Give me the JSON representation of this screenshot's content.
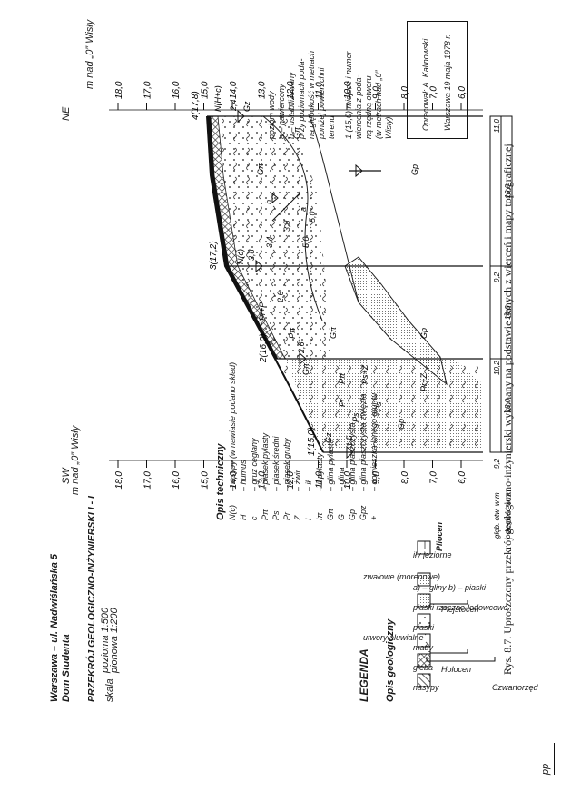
{
  "page": {
    "margin_mark": "pp"
  },
  "header": {
    "location": "Warszawa – ul. Nadwiślańska 5",
    "building": "Dom Studenta",
    "title": "PRZEKRÓJ GEOLOGICZNO-INŻYNIERSKI I - I",
    "scale_word": "skala",
    "scale_h": "pozioma 1:500",
    "scale_v": "pionowa 1:200",
    "sw": "SW",
    "ne": "NE",
    "unit_left": "m nad „0” Wisły",
    "unit_right": "m nad „0” Wisły"
  },
  "section": {
    "elev_ticks": [
      "18,0",
      "17,0",
      "16,0",
      "15,0",
      "14,0",
      "13,0",
      "12,0",
      "11,0",
      "10,0",
      "9,0",
      "8,0",
      "7,0",
      "6,0"
    ],
    "boreholes": [
      {
        "label": "1(15,0)",
        "water": "1,5"
      },
      {
        "label": "2(16,0)",
        "water": "2,6"
      },
      {
        "label": "3(17,2)",
        "water": "3,8"
      },
      {
        "label": "4(17,8)",
        "water": "2,4"
      }
    ],
    "depth_row_label": "głęb. otw. w m",
    "distance_row_label": "odległość w m",
    "depths": [
      "9,2",
      "10,2",
      "9,2",
      "11,0"
    ],
    "distances": [
      "18,0",
      "14,6",
      "16,0"
    ],
    "soil_marks": [
      "Gp",
      "Ps",
      "Ps",
      "Gz",
      "Pr",
      "Pπ",
      "Gπ",
      "Pπ",
      "Gπ",
      "Gp",
      "N(c)",
      "N(H+c)",
      "Gz",
      "Gπ",
      "Gπ",
      "Gp",
      "Ps+Z",
      "Pr+Z",
      "Pr+P",
      "5,0",
      "3,4",
      "2,6"
    ]
  },
  "legend": {
    "heading": "LEGENDA",
    "geo_heading": "Opis geologiczny",
    "era_quaternary": "Czwartorzęd",
    "era_holocene": "Holocen",
    "era_pleistocene": "Plejstocen",
    "era_pliocene": "Pliocen",
    "items": [
      {
        "label": "nasypy"
      },
      {
        "label": "gleba"
      },
      {
        "label": "mady"
      },
      {
        "label": "piaski"
      },
      {
        "label": "piaski rzeczno-lodowcowe"
      },
      {
        "label": "a) – gliny  b) – piaski"
      },
      {
        "label": "iły jeziorne"
      }
    ],
    "alluvial": "utwory aluwialne",
    "glacial": "zwałowe (morenowe)",
    "tech_heading": "Opis techniczny",
    "tech_items": [
      {
        "code": "N(c)",
        "desc": "–nasypy (w nawiasie podano skład)"
      },
      {
        "code": "H",
        "desc": "– humus"
      },
      {
        "code": "c",
        "desc": "– gruz ceglany"
      },
      {
        "code": "Pπ",
        "desc": "– piasek pylasty"
      },
      {
        "code": "Ps",
        "desc": "– piasek średni"
      },
      {
        "code": "Pr",
        "desc": "– piasek gruby"
      },
      {
        "code": "Z",
        "desc": "– żwir"
      },
      {
        "code": "I",
        "desc": "– ił"
      },
      {
        "code": "Iπ",
        "desc": "– ił pylasty"
      },
      {
        "code": "Gπ",
        "desc": "– glina pylasta"
      },
      {
        "code": "G",
        "desc": "– glina"
      },
      {
        "code": "Gp",
        "desc": "– glina piaszczysta"
      },
      {
        "code": "Gpz",
        "desc": "– glina piaszczysta zwięzła"
      },
      {
        "code": "+",
        "desc": "– domieszka innego gruntu"
      }
    ],
    "water": {
      "title": "poziom wody",
      "a": "a – nawiercony",
      "b": "b – ustabilizowany",
      "line3": "przy poziomach poda-",
      "line4": "na głębokość w metrach",
      "line5": "poniżej powierzchni",
      "line6": "terenu",
      "ex_a": "3,8",
      "ex_b": "5,0",
      "sym_a": "a",
      "sym_b": "b"
    },
    "borehole_desc": {
      "l1": "1 (15,0) miejsce i numer",
      "l2": "wiercenia z poda-",
      "l3": "ną rzędną otworu",
      "l4": "(w metrach nad „0”",
      "l5": "Wisły)"
    },
    "author_box": {
      "author": "Opracował: A. Kalinowski",
      "date": "Warszawa 19 maja 1978 r."
    }
  },
  "caption": "Rys. 8.7. Uproszczony przekrój geologiczno-inżynierski wykonany na podstawie danych z wierceń i mapy topograficznej"
}
